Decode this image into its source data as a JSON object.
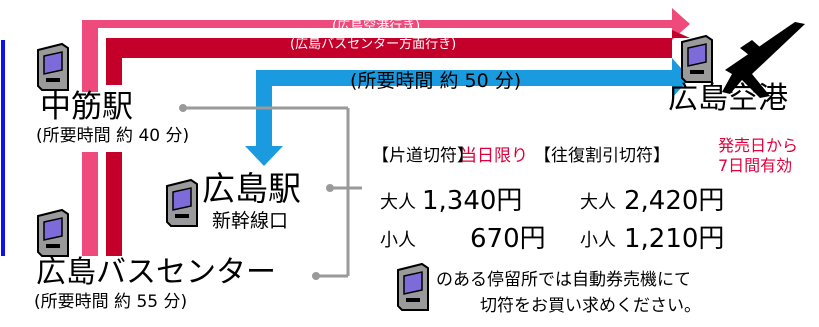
{
  "routes": {
    "airport_label": "(広島空港行き)",
    "buscenter_label": "(広島バスセンター方面行き)",
    "time_to_airport": "(所要時間 約 50 分)"
  },
  "stations": {
    "nakasuji": {
      "name": "中筋駅",
      "time": "(所要時間 約 40 分)"
    },
    "hiroshima": {
      "name": "広島駅",
      "sub": "新幹線口"
    },
    "buscenter": {
      "name": "広島バスセンター",
      "time": "(所要時間 約 55 分)"
    },
    "airport": {
      "name": "広島空港"
    }
  },
  "fares": {
    "oneway_label": "【片道切符】",
    "oneway_note": "当日限り",
    "roundtrip_label": "【往復割引切符】",
    "roundtrip_note_1": "発売日から",
    "roundtrip_note_2": "7日間有効",
    "adult": "大人",
    "child": "小人",
    "oneway_adult": "1,340円",
    "oneway_child": "670円",
    "roundtrip_adult": "2,420円",
    "roundtrip_child": "1,210円"
  },
  "note": {
    "line1": "のある停留所では自動券売機にて",
    "line2": "切符をお買い求めください。"
  },
  "colors": {
    "pink": "#ee4a7c",
    "dark_red": "#c4002a",
    "blue": "#1a9be0",
    "connector": "#9a9a9a",
    "border": "#1010ee"
  }
}
